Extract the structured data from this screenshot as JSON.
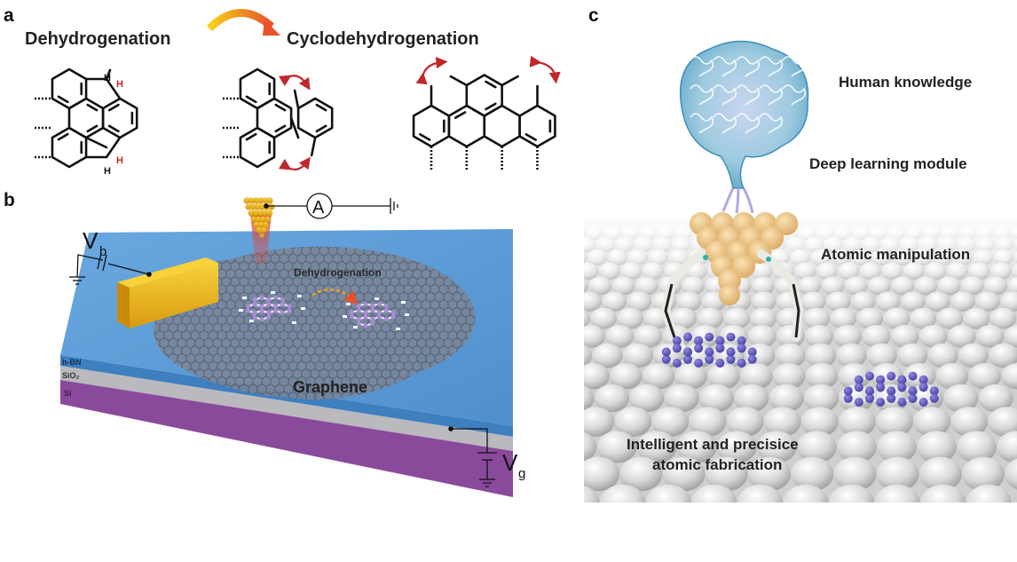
{
  "panels": {
    "a": {
      "label": "a",
      "title_left": "Dehydrogenation",
      "title_right": "Cyclodehydrogenation",
      "h_atom": "H"
    },
    "b": {
      "label": "b",
      "bias_voltage": "V",
      "bias_sub": "b",
      "gate_voltage": "V",
      "gate_sub": "g",
      "ammeter": "A",
      "process": "Dehydrogenation",
      "material": "Graphene",
      "layers": [
        "h-BN",
        "SiO₂",
        "Si"
      ]
    },
    "c": {
      "label": "c",
      "steps": [
        "Human knowledge",
        "Deep learning module",
        "Atomic manipulation"
      ],
      "caption_line1": "Intelligent and precisice",
      "caption_line2": "atomic fabrication"
    }
  },
  "colors": {
    "red_arrow": "#c0282d",
    "gold": "#f5c022",
    "hbn": "#5b9bd5",
    "sio2": "#b9b9be",
    "si": "#8a4a9c",
    "graphene": "#6f7783",
    "molecule_c": "#5b55b8"
  }
}
